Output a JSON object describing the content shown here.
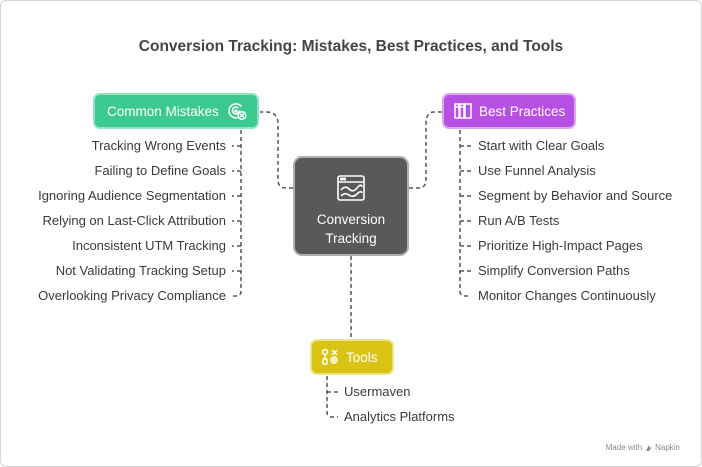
{
  "title": "Conversion Tracking: Mistakes, Best Practices, and Tools",
  "center": {
    "label_line1": "Conversion",
    "label_line2": "Tracking",
    "icon": "chart-window-icon"
  },
  "mistakes": {
    "label": "Common Mistakes",
    "icon": "target-x-icon",
    "color": "#3cc98d",
    "items": [
      "Tracking Wrong Events",
      "Failing to Define Goals",
      "Ignoring Audience Segmentation",
      "Relying on Last-Click Attribution",
      "Inconsistent UTM Tracking",
      "Not Validating Tracking Setup",
      "Overlooking Privacy Compliance"
    ]
  },
  "practices": {
    "label": "Best Practices",
    "icon": "bookshelf-icon",
    "color": "#b74fe2",
    "items": [
      "Start with Clear Goals",
      "Use Funnel Analysis",
      "Segment by Behavior and Source",
      "Run A/B Tests",
      "Prioritize High-Impact Pages",
      "Simplify Conversion Paths",
      "Monitor Changes Continuously"
    ]
  },
  "tools": {
    "label": "Tools",
    "icon": "tools-icon",
    "color": "#d9c416",
    "items": [
      "Usermaven",
      "Analytics Platforms"
    ]
  },
  "footer": {
    "prefix": "Made with",
    "brand": "Napkin"
  }
}
